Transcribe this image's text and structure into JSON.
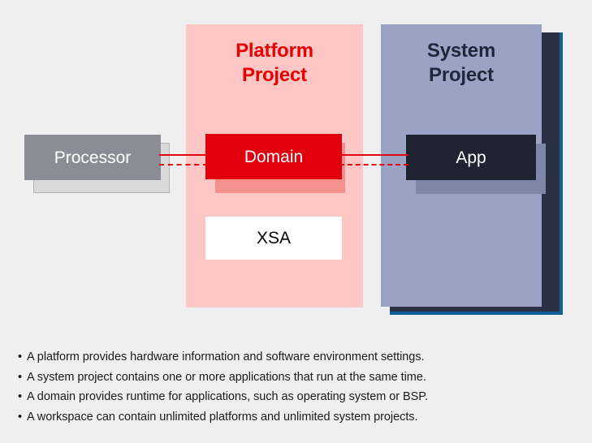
{
  "diagram": {
    "background_color": "#efefef",
    "panels": [
      {
        "id": "platform",
        "title": "Platform\nProject",
        "title_line1": "Platform",
        "title_line2": "Project",
        "fill_color": "#ffc6c6",
        "title_color": "#e60000"
      },
      {
        "id": "system",
        "title_line1": "System",
        "title_line2": "Project",
        "fill_color": "#9aa3c3",
        "title_color": "#20273b",
        "shadow_color": "#2a3046",
        "shadow_border_color": "#0d6098"
      }
    ],
    "nodes": [
      {
        "id": "processor",
        "label": "Processor",
        "fill_color": "#8a8d95",
        "text_color": "#ffffff",
        "shadow_color": "#d9d9d9"
      },
      {
        "id": "domain",
        "label": "Domain",
        "fill_color": "#e2000f",
        "text_color": "#ffffff",
        "shadow_color": "#f4918f"
      },
      {
        "id": "app",
        "label": "App",
        "fill_color": "#1f2433",
        "text_color": "#ffffff",
        "shadow_color": "#7e87a8"
      },
      {
        "id": "xsa",
        "label": "XSA",
        "fill_color": "#ffffff",
        "text_color": "#000000",
        "shadow_color": null
      }
    ],
    "connectors": [
      {
        "id": "processor-domain-solid",
        "style": "solid",
        "color": "#e2000f"
      },
      {
        "id": "processor-domain-dashed",
        "style": "dashed",
        "color": "#e2000f"
      },
      {
        "id": "domain-app-solid",
        "style": "solid",
        "color": "#e2000f"
      },
      {
        "id": "domain-app-dashed",
        "style": "dashed",
        "color": "#e2000f"
      }
    ]
  },
  "notes": {
    "bullet": "•",
    "items": [
      "A platform provides hardware information and software environment settings.",
      "A system project contains one or more applications that run at the same time.",
      "A domain provides runtime for applications, such as operating system or BSP.",
      "A workspace can contain unlimited platforms and unlimited system projects."
    ]
  }
}
